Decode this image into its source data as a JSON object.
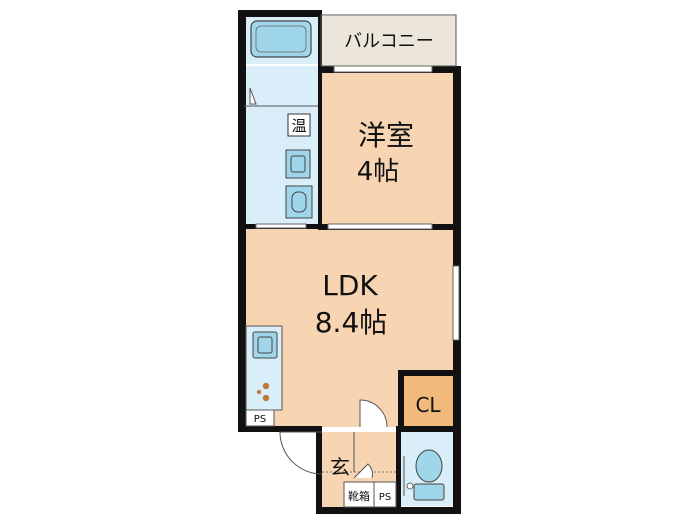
{
  "rooms": {
    "balcony": {
      "label": "バルコニー"
    },
    "western_room": {
      "label": "洋室",
      "size": "4帖"
    },
    "ldk": {
      "label": "LDK",
      "size": "8.4帖"
    },
    "closet": {
      "label": "CL"
    },
    "water_heater": {
      "label": "温"
    },
    "entrance": {
      "label": "玄"
    },
    "shoe_box": {
      "label": "靴箱"
    },
    "ps_kitchen": {
      "label": "PS"
    },
    "ps_entrance": {
      "label": "PS"
    }
  },
  "colors": {
    "room_fill": "#f7d5b3",
    "wet_fill": "#d9eef8",
    "balcony_fill": "#ece5da",
    "closet_fill": "#f2b97c",
    "wall": "#111111",
    "fixture_fill": "#9fd6ea"
  }
}
